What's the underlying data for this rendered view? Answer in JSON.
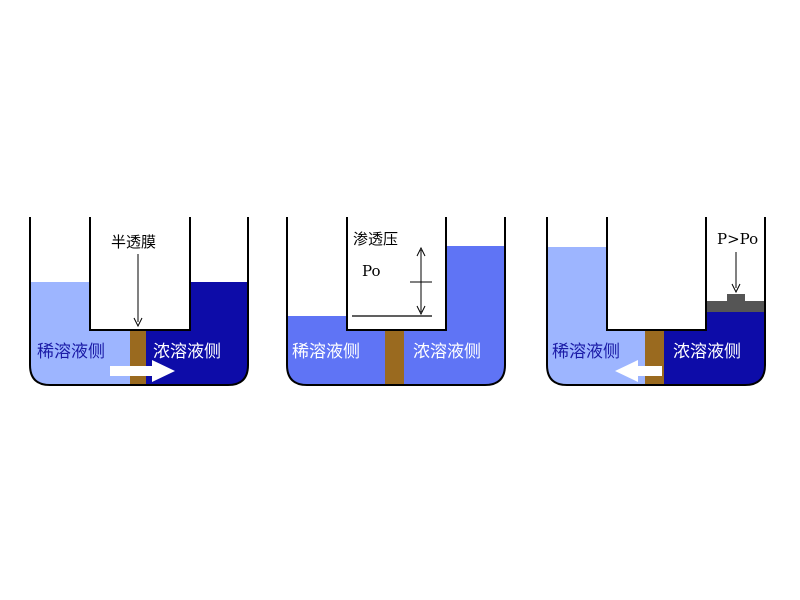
{
  "diagrams": [
    {
      "caption": "半透膜",
      "left_label": "稀溶液侧",
      "right_label": "浓溶液侧"
    },
    {
      "caption": "渗透压",
      "sub_caption": "Po",
      "left_label": "稀溶液侧",
      "right_label": "浓溶液侧"
    },
    {
      "caption": "P>Po",
      "left_label": "稀溶液侧",
      "right_label": "浓溶液侧"
    }
  ],
  "colors": {
    "light_solution": "#9db5ff",
    "medium_solution": "#5f74f5",
    "dark_solution": "#0d0ca8",
    "membrane": "#9a6a1f",
    "piston": "#555555",
    "outline": "#000000",
    "arrow": "#ffffff"
  }
}
